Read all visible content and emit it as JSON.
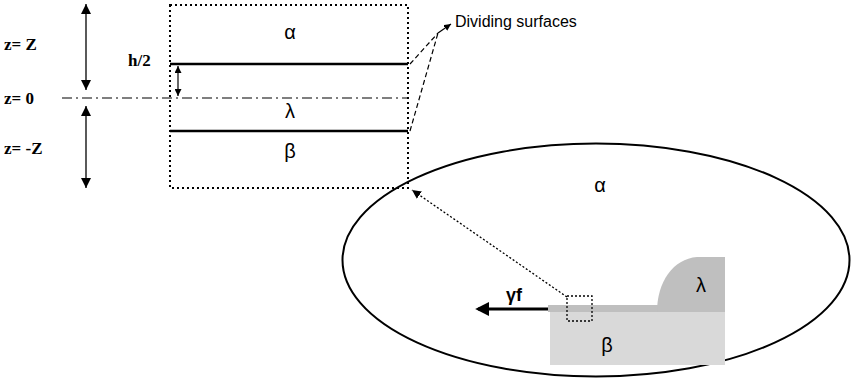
{
  "diagram": {
    "nodes": [
      {
        "text": [
          "α"
        ]
      },
      {
        "text": [
          "λ"
        ]
      },
      {
        "text": [
          "β"
        ]
      },
      {
        "text": [
          "α"
        ]
      },
      {
        "text": [
          "λ"
        ],
        "in": 3
      },
      {
        "text": [
          "β"
        ],
        "in": 3
      }
    ],
    "labels": [
      "z= Z",
      "h/2",
      "z= 0",
      "z= -Z",
      "Dividing surfaces",
      "γf"
    ]
  }
}
